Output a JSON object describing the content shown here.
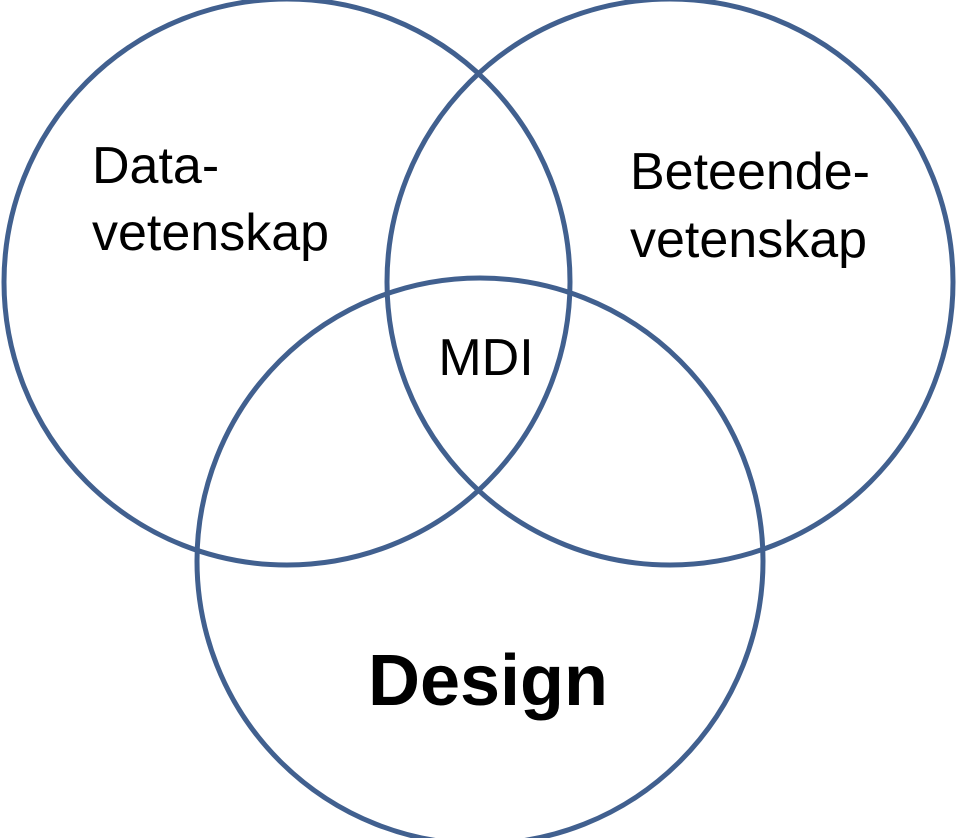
{
  "colors": {
    "circle_stroke": "#41608f",
    "text": "#000000",
    "background": "#ffffff"
  },
  "sets": {
    "data_science": {
      "line1": "Data-",
      "line2": "vetenskap"
    },
    "behavioral_science": {
      "line1": "Beteende-",
      "line2": "vetenskap"
    },
    "design": {
      "label": "Design"
    }
  },
  "intersection": {
    "label": "MDI"
  }
}
